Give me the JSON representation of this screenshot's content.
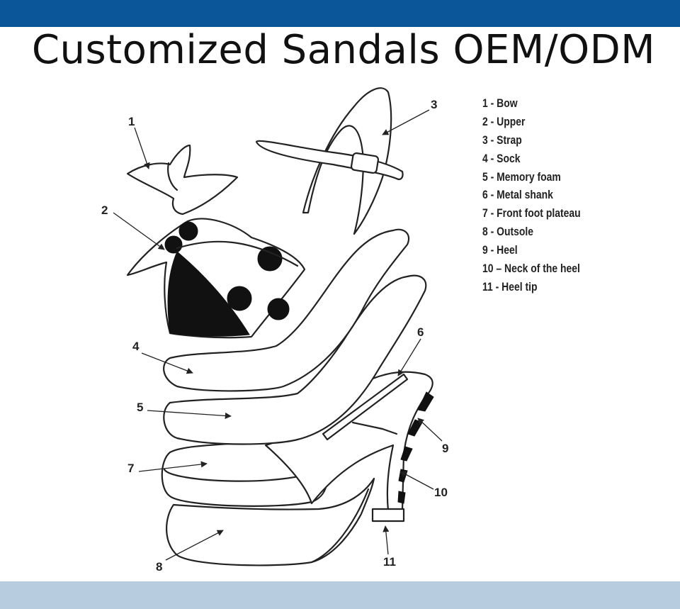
{
  "title": "Customized Sandals OEM/ODM",
  "callouts": [
    "1",
    "2",
    "3",
    "4",
    "5",
    "6",
    "7",
    "8",
    "9",
    "10",
    "11"
  ],
  "legend": [
    "1 - Bow",
    "2 - Upper",
    "3 - Strap",
    "4 - Sock",
    "5 - Memory foam",
    "6 - Metal shank",
    "7 - Front foot plateau",
    "8 - Outsole",
    "9 - Heel",
    "10 – Neck of the heel",
    "11 - Heel tip"
  ],
  "colors": {
    "top_bar": "#0b5699",
    "bottom_bar": "#b8cce0",
    "line_art": "#222222"
  }
}
